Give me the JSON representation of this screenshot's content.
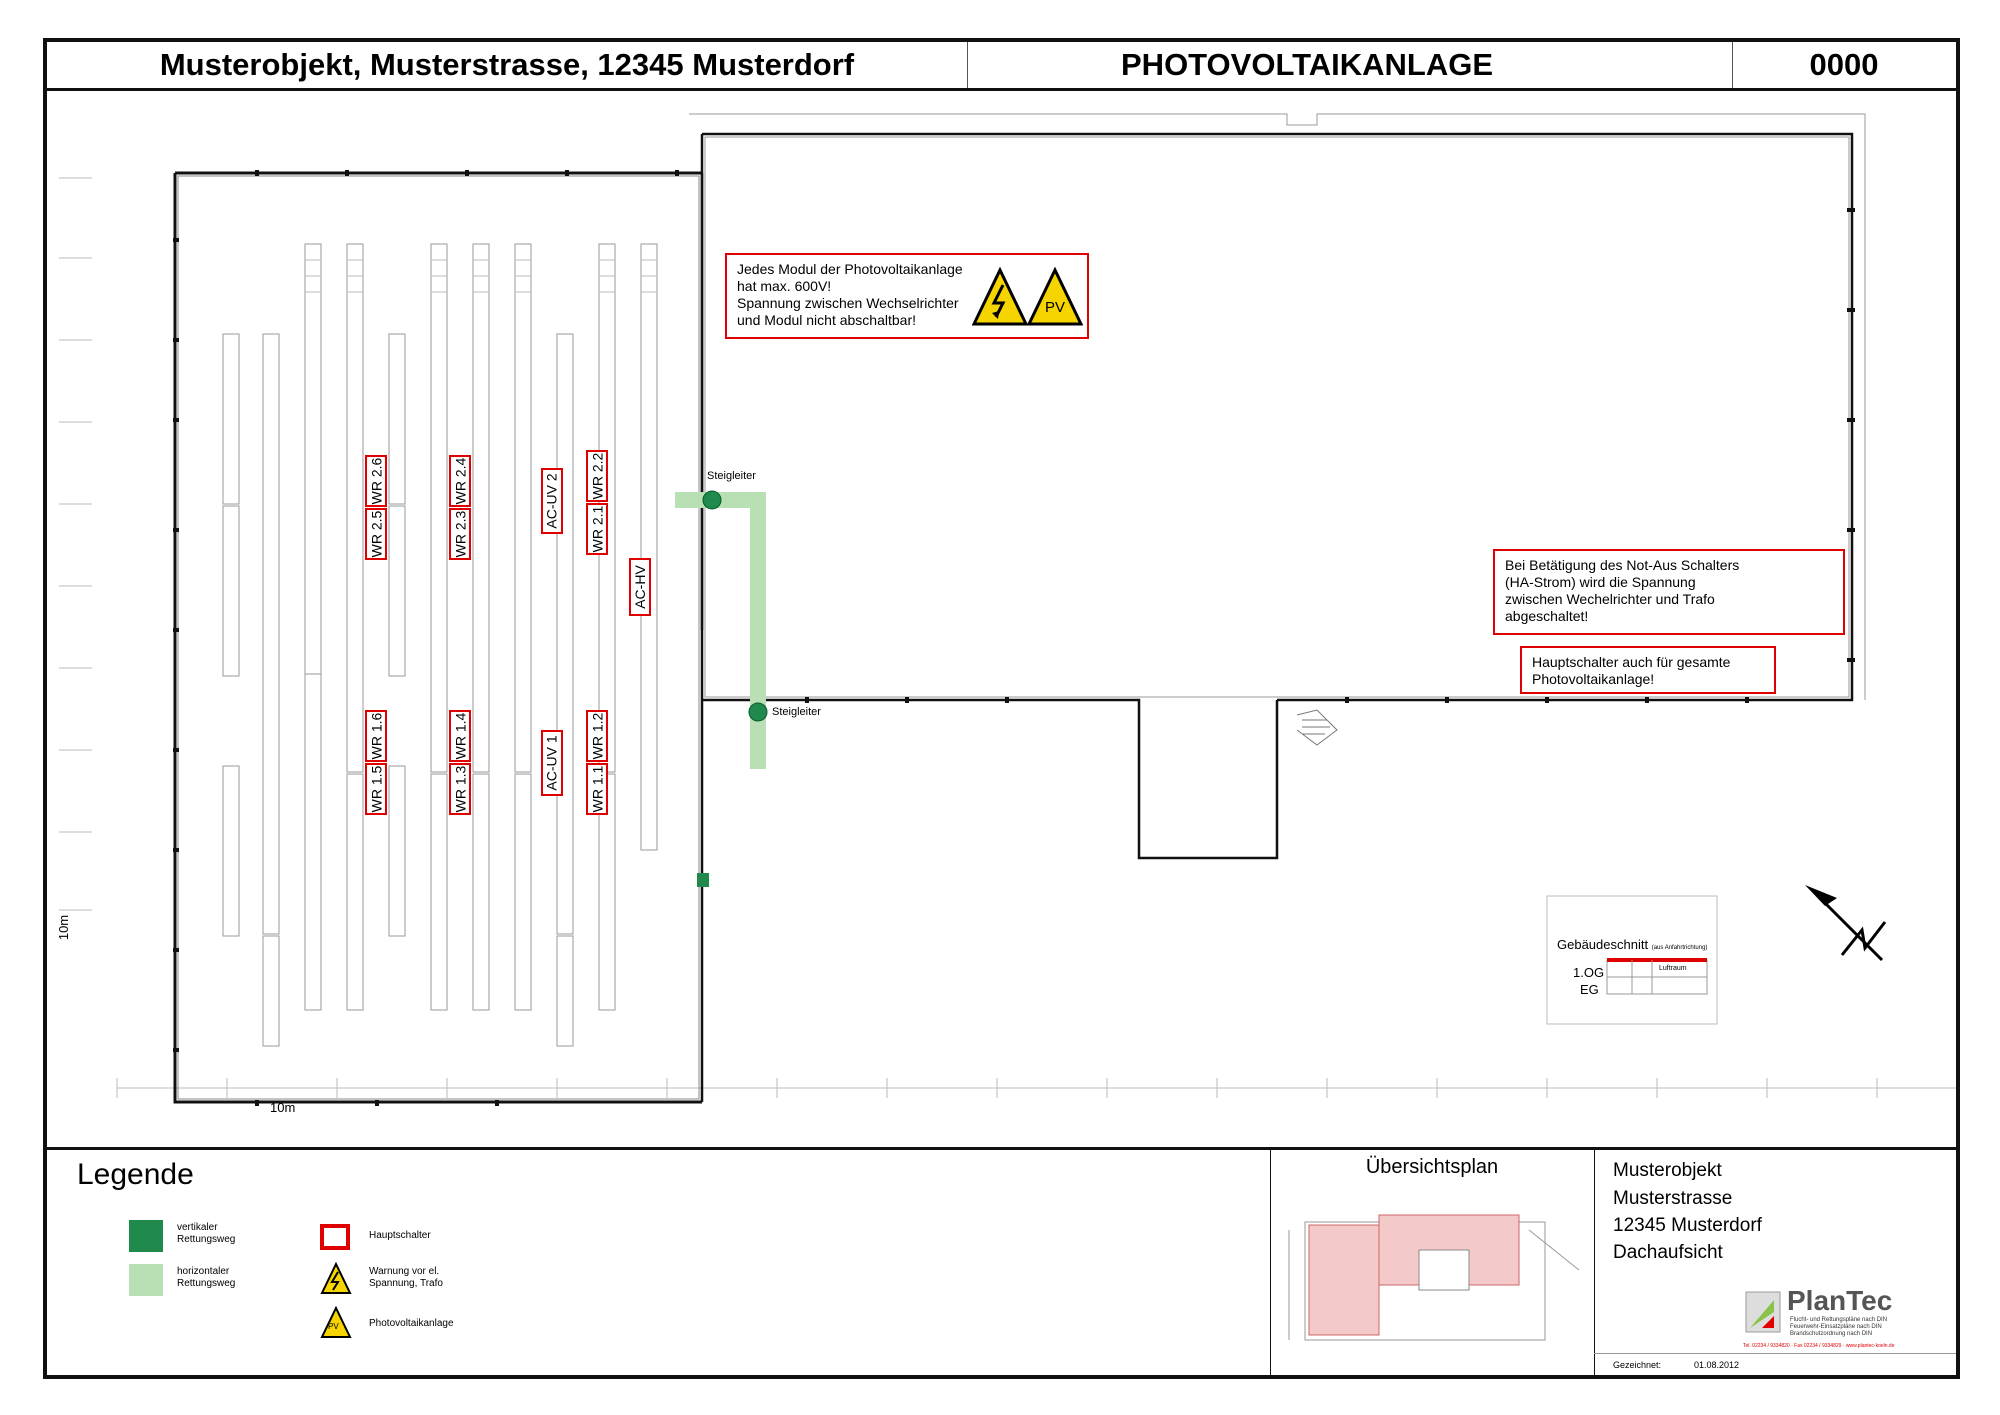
{
  "header": {
    "address": "Musterobjekt, Musterstrasse, 12345 Musterdorf",
    "title": "PHOTOVOLTAIKANLAGE",
    "number": "0000"
  },
  "plan": {
    "warning_note": {
      "line1": "Jedes Modul der Photovoltaikanlage",
      "line2": "hat max. 600V!",
      "line3": "Spannung zwischen Wechselrichter",
      "line4": "und Modul nicht abschaltbar!",
      "pv_sign": "PV"
    },
    "notaus_note": {
      "line1": "Bei Betätigung des Not-Aus Schalters",
      "line2": "(HA-Strom) wird die Spannung",
      "line3": "zwischen Wechelrichter und Trafo",
      "line4": "abgeschaltet!"
    },
    "hauptschalter_note": {
      "line1": "Hauptschalter auch für gesamte",
      "line2": "Photovoltaikanlage!"
    },
    "steigleiter_label": "Steigleiter",
    "scale_x": "10m",
    "scale_y": "10m",
    "inverters": [
      "WR 2.6",
      "WR 2.5",
      "WR 2.4",
      "WR 2.3",
      "AC-UV 2",
      "WR 2.2",
      "WR 2.1",
      "AC-HV",
      "WR 1.6",
      "WR 1.5",
      "WR 1.4",
      "WR 1.3",
      "AC-UV 1",
      "WR 1.2",
      "WR 1.1"
    ],
    "section": {
      "title": "Gebäudeschnitt",
      "subtitle": "(aus Anfahrtrichtung)",
      "floor_upper": "1.OG",
      "floor_lower": "EG",
      "luftraum": "Luftraum"
    },
    "colors": {
      "warning_red": "#e00000",
      "vertical_route": "#1f8a4c",
      "horizontal_route": "#b9dfb4",
      "sign_yellow": "#f5d400"
    }
  },
  "legend": {
    "title": "Legende",
    "vertical_route": [
      "vertikaler",
      "Rettungsweg"
    ],
    "horizontal_route": [
      "horizontaler",
      "Rettungsweg"
    ],
    "main_switch": "Hauptschalter",
    "warning": [
      "Warnung vor el.",
      "Spannung, Trafo"
    ],
    "pv": "Photovoltaikanlage",
    "pv_sign": "PV"
  },
  "overview": {
    "title": "Übersichtsplan"
  },
  "info": {
    "line1": "Musterobjekt",
    "line2": "Musterstrasse",
    "line3": "12345 Musterdorf",
    "line4": "Dachaufsicht",
    "company": "PlanTec",
    "company_lines": [
      "Flucht- und Rettungspläne nach DIN",
      "Feuerwehr-Einsatzpläne nach DIN",
      "Brandschutzordnung nach DIN"
    ],
    "contact": "Tel. 02234 / 9334820 · Fax 02234 / 9334829 · www.plantec-koeln.de",
    "drawn_label": "Gezeichnet:",
    "drawn_date": "01.08.2012"
  }
}
